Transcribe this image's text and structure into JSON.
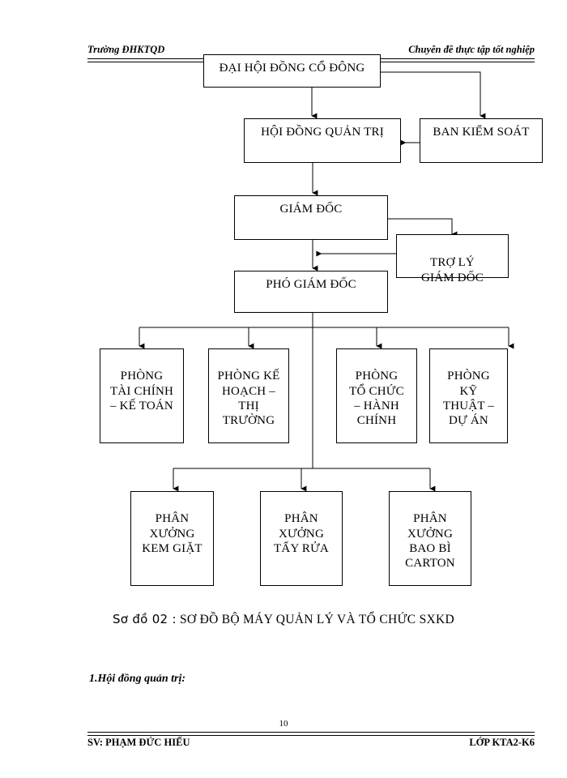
{
  "header": {
    "left": "Trường ĐHKTQD",
    "right": "Chuyên đề thực tập tốt nghiệp"
  },
  "chart_data": {
    "type": "diagram",
    "title": "SƠ ĐỒ BỘ MÁY QUẢN LÝ VÀ TỔ CHỨC SXKD",
    "caption_lead": "Sơ đồ 02 :",
    "caption_rest": "SƠ ĐỒ BỘ MÁY QUẢN LÝ VÀ TỔ CHỨC SXKD",
    "nodes": [
      {
        "id": "dhdcd",
        "label": "ĐẠI HỘI ĐỒNG CỔ ĐÔNG",
        "level": 1
      },
      {
        "id": "hdqt",
        "label": "HỘI ĐỒNG QUẢN TRỊ",
        "level": 2
      },
      {
        "id": "bks",
        "label": "BAN KIỂM SOÁT",
        "level": 2
      },
      {
        "id": "gd",
        "label": "GIÁM ĐỐC",
        "level": 3
      },
      {
        "id": "tlgd",
        "label": "TRỢ LÝ\nGIÁM ĐỐC",
        "level": 3
      },
      {
        "id": "pgd",
        "label": "PHÓ GIÁM ĐỐC",
        "level": 4
      },
      {
        "id": "p1",
        "label": "PHÒNG\nTÀI CHÍNH\n– KẾ TOÁN",
        "level": 5
      },
      {
        "id": "p2",
        "label": "PHÒNG KẾ\nHOẠCH –\nTHỊ\nTRƯỜNG",
        "level": 5
      },
      {
        "id": "p3",
        "label": "PHÒNG\nTỔ CHỨC\n– HÀNH\nCHÍNH",
        "level": 5
      },
      {
        "id": "p4",
        "label": "PHÒNG\nKỸ\nTHUẬT –\nDỰ ÁN",
        "level": 5
      },
      {
        "id": "px1",
        "label": "PHÂN\nXƯỞNG\nKEM GIẶT",
        "level": 6
      },
      {
        "id": "px2",
        "label": "PHÂN\nXƯỞNG\nTẨY RỬA",
        "level": 6
      },
      {
        "id": "px3",
        "label": "PHÂN\nXƯỞNG\nBAO BÌ\nCARTON",
        "level": 6
      }
    ],
    "edges": [
      {
        "from": "dhdcd",
        "to": "hdqt"
      },
      {
        "from": "dhdcd",
        "to": "bks"
      },
      {
        "from": "bks",
        "to": "hdqt"
      },
      {
        "from": "hdqt",
        "to": "gd"
      },
      {
        "from": "gd",
        "to": "tlgd"
      },
      {
        "from": "tlgd",
        "to": "pgd"
      },
      {
        "from": "gd",
        "to": "pgd"
      },
      {
        "from": "pgd",
        "to": "p1"
      },
      {
        "from": "pgd",
        "to": "p2"
      },
      {
        "from": "pgd",
        "to": "p3"
      },
      {
        "from": "pgd",
        "to": "p4"
      },
      {
        "from": "pgd",
        "to": "px1"
      },
      {
        "from": "pgd",
        "to": "px2"
      },
      {
        "from": "pgd",
        "to": "px3"
      }
    ]
  },
  "body": {
    "section_heading": "1.Hội đồng quản trị:"
  },
  "footer": {
    "page_number": "10",
    "left": "SV: PHẠM ĐỨC HIẾU",
    "right": "LỚP KTA2-K6"
  }
}
